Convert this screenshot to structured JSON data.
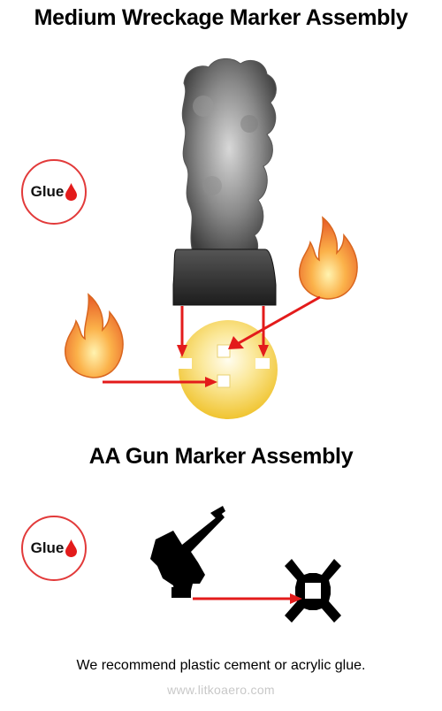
{
  "sections": [
    {
      "title": "Medium Wreckage Marker Assembly",
      "glue_label": "Glue"
    },
    {
      "title": "AA Gun Marker Assembly",
      "glue_label": "Glue"
    }
  ],
  "footer": {
    "note": "We recommend plastic cement or acrylic glue.",
    "website": "www.litkoaero.com"
  },
  "colors": {
    "arrow": "#e31b1b",
    "badge_border": "#e23a3a",
    "smoke": "#6b6b6b",
    "flame": "#f08a2a",
    "base_glow": "#f4cf3c",
    "silhouette": "#000000"
  },
  "icons": [
    "smoke-plume-icon",
    "flame-icon",
    "wreckage-base-icon",
    "aa-gun-icon",
    "base-stand-icon",
    "glue-drop-icon"
  ]
}
